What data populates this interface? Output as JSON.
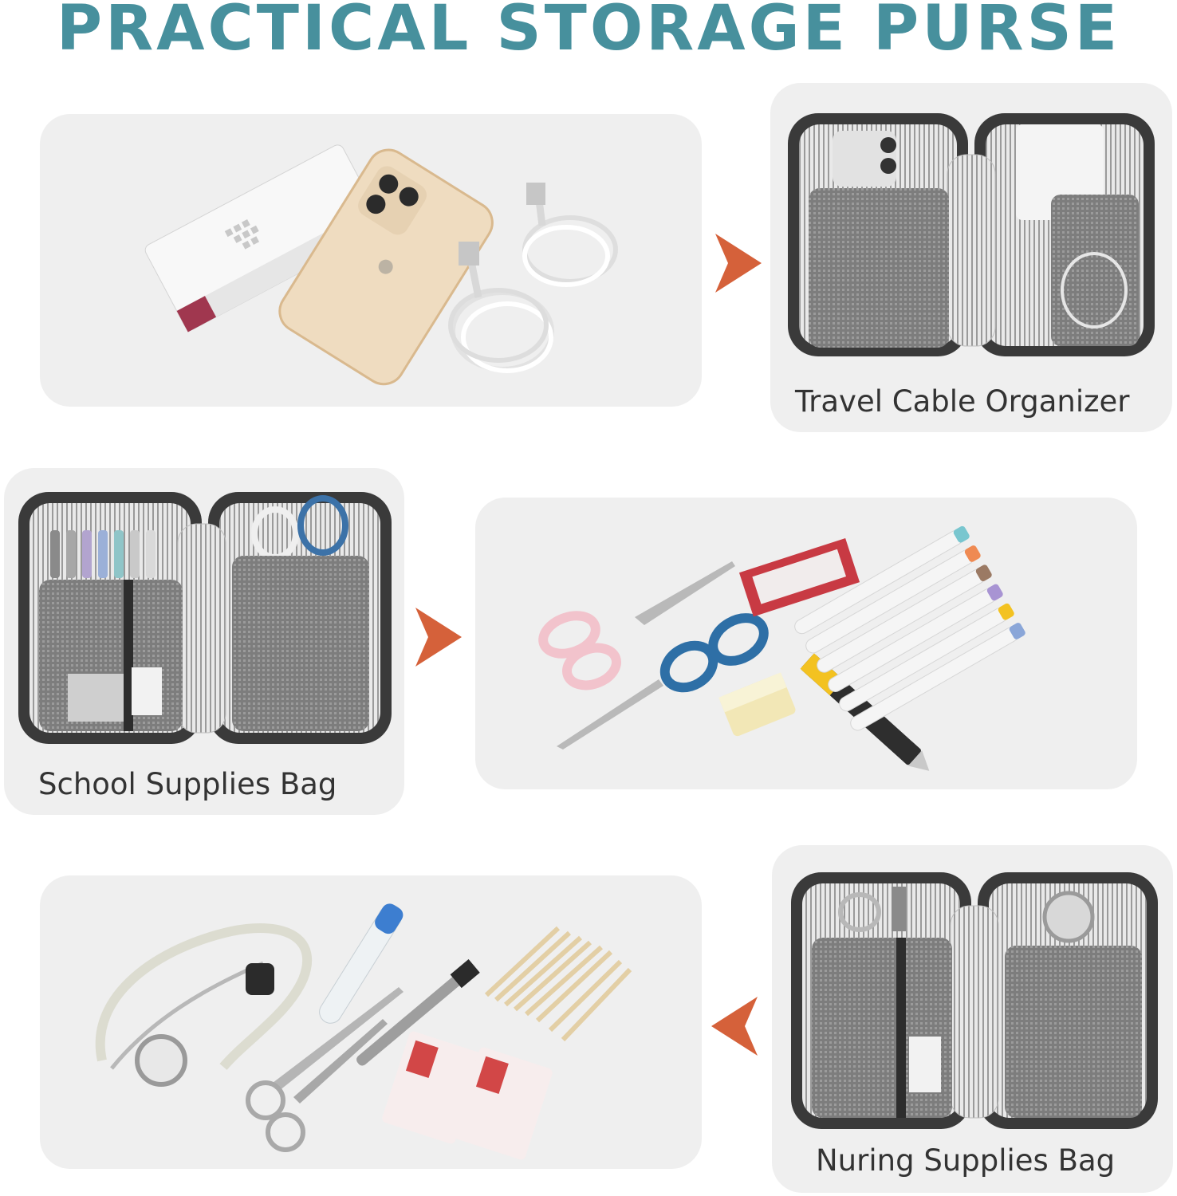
{
  "title": "PRACTICAL STORAGE PURSE",
  "colors": {
    "title": "#47909d",
    "arrow": "#d5613a",
    "card": "#efefef",
    "label": "#333333"
  },
  "rows": [
    {
      "items_card": {
        "contents": [
          "power-bank",
          "phone",
          "usb-cable",
          "usb-cable"
        ]
      },
      "bag_card": {
        "label": "Travel Cable Organizer"
      },
      "arrow": "right"
    },
    {
      "bag_card": {
        "label": "School Supplies Bag"
      },
      "items_card": {
        "contents": [
          "scissors",
          "scissors",
          "eraser",
          "utility-knife",
          "highlighters",
          "staple-box"
        ]
      },
      "arrow": "right"
    },
    {
      "items_card": {
        "contents": [
          "stethoscope",
          "thermometer",
          "surgical-scissors",
          "tweezers",
          "cotton-swabs",
          "bandages"
        ]
      },
      "bag_card": {
        "label": "Nuring Supplies Bag"
      },
      "arrow": "left"
    }
  ]
}
